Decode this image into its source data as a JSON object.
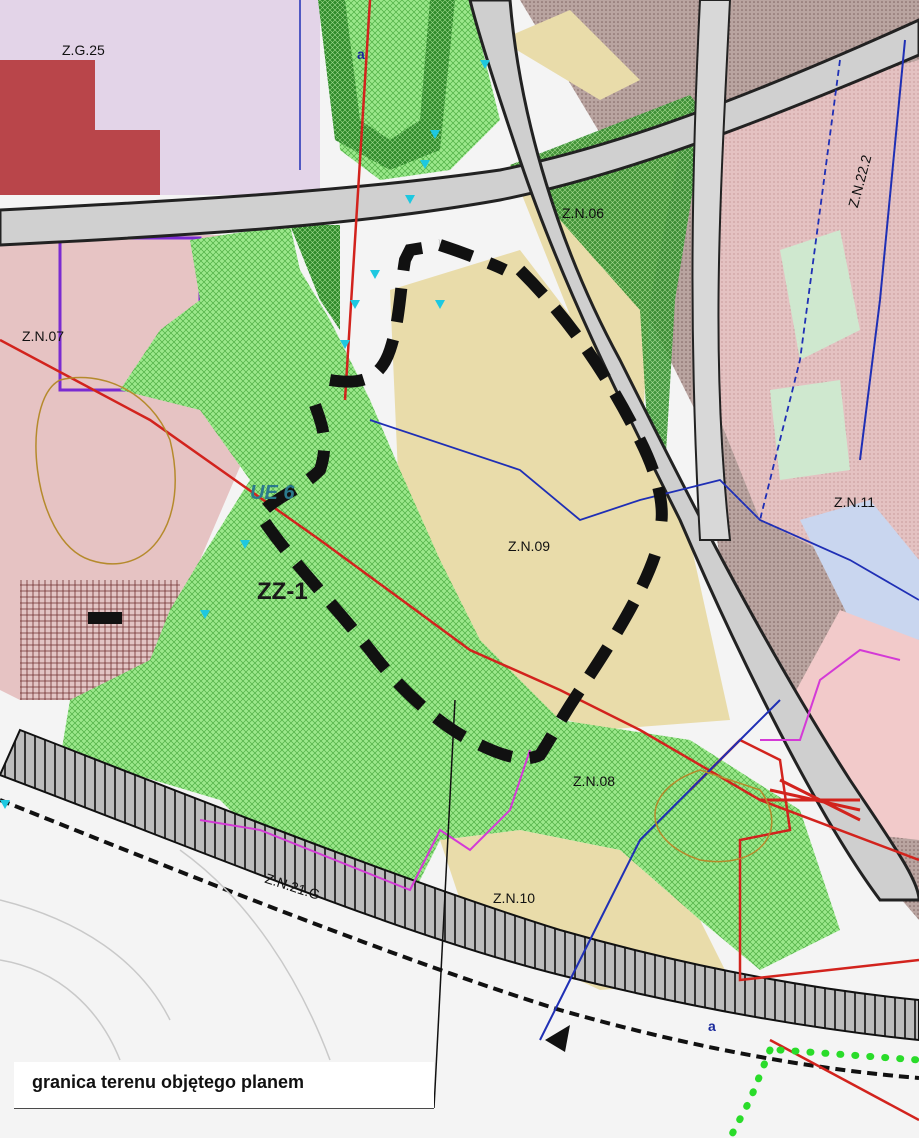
{
  "map": {
    "zones": {
      "zg25": "Z.G.25",
      "zn06": "Z.N.06",
      "zn07": "Z.N.07",
      "zn08": "Z.N.08",
      "zn09": "Z.N.09",
      "zn10": "Z.N.10",
      "zn11": "Z.N.11",
      "zn21g": "Z.N.21.G",
      "zn22": "Z.N.22.2"
    },
    "markers": {
      "zz1": "ZZ-1",
      "ue6": "UE 6",
      "a_top": "a",
      "a_bottom": "a"
    },
    "legend": {
      "boundary_label": "granica terenu objętego planem"
    },
    "colors": {
      "zone_green": "#8fe07f",
      "zone_tan": "#e9dcaa",
      "zone_pink": "#e6c3c3",
      "zone_lilac": "#e2d3e8",
      "zone_darkred": "#b9454a",
      "forest_dark": "#2f8a2a",
      "road_gray": "#c9c9c9",
      "boundary_red": "#d2231d",
      "boundary_blue": "#1f2fb5",
      "boundary_purple": "#7a2bd1",
      "boundary_magenta": "#d43ad6",
      "plan_boundary": "#111111"
    }
  }
}
